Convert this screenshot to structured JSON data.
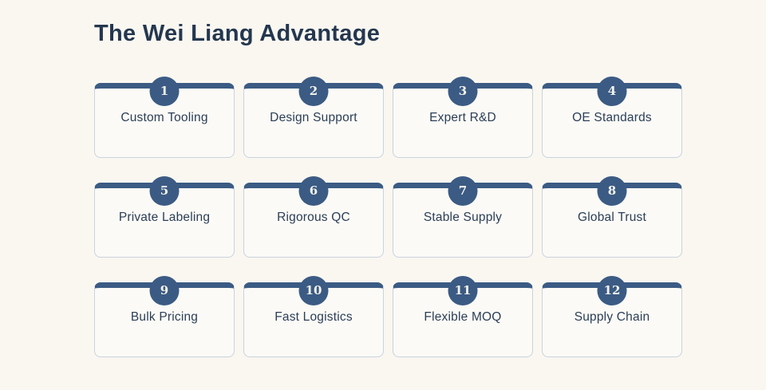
{
  "page": {
    "title": "The Wei Liang Advantage",
    "background_color": "#faf7f1"
  },
  "colors": {
    "accent_navy": "#3b5b84",
    "title_text": "#24374f",
    "label_text": "#2b3e57",
    "card_background": "#fbfaf6",
    "card_border": "#c9d3de",
    "badge_text": "#f5f3ec"
  },
  "cards": [
    {
      "number": "1",
      "label": "Custom Tooling"
    },
    {
      "number": "2",
      "label": "Design Support"
    },
    {
      "number": "3",
      "label": "Expert R&D"
    },
    {
      "number": "4",
      "label": "OE Standards"
    },
    {
      "number": "5",
      "label": "Private Labeling"
    },
    {
      "number": "6",
      "label": "Rigorous QC"
    },
    {
      "number": "7",
      "label": "Stable Supply"
    },
    {
      "number": "8",
      "label": "Global Trust"
    },
    {
      "number": "9",
      "label": "Bulk Pricing"
    },
    {
      "number": "10",
      "label": "Fast Logistics"
    },
    {
      "number": "11",
      "label": "Flexible MOQ"
    },
    {
      "number": "12",
      "label": "Supply Chain"
    }
  ]
}
